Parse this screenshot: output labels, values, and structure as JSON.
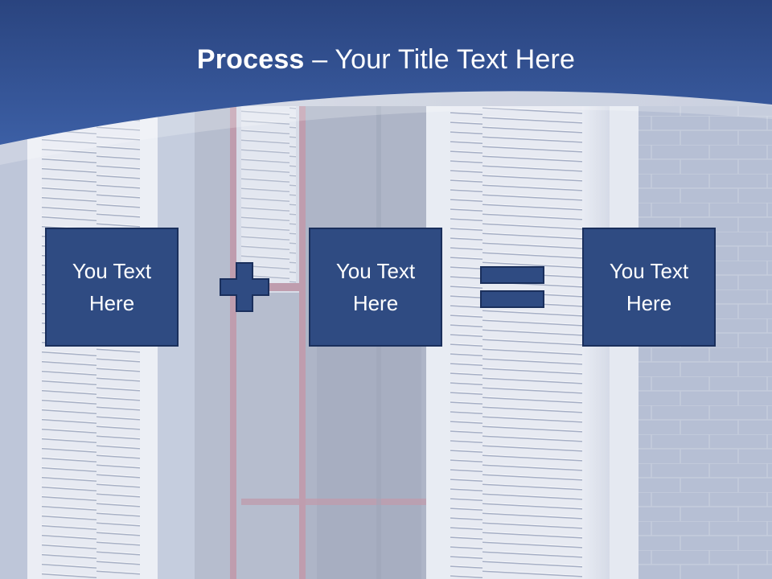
{
  "slide": {
    "title_strong": "Process",
    "title_rest": " – Your Title Text Here",
    "boxes": [
      {
        "label": "You Text\nHere"
      },
      {
        "label": "You Text\nHere"
      },
      {
        "label": "You Text\nHere"
      }
    ],
    "operators": [
      "plus-icon",
      "equals-icon"
    ]
  },
  "colors": {
    "header": "#34549a",
    "box": "#2f4b82",
    "box_border": "#1a2f5c",
    "text": "#ffffff",
    "background_tint": "#c9ceda"
  }
}
